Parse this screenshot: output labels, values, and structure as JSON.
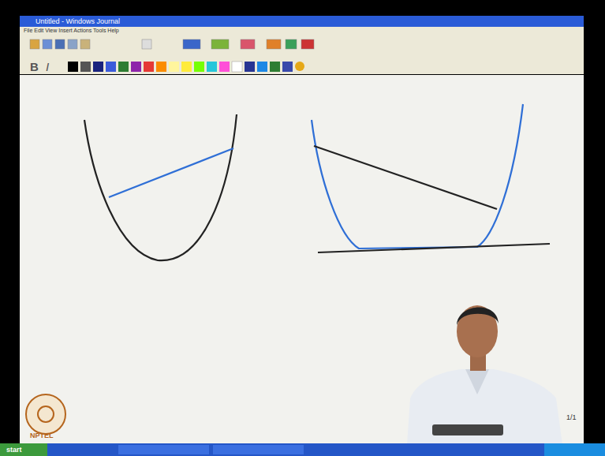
{
  "diagram": {
    "labels": [
      "Untitled - Windows Journal",
      "File Edit View Insert Actions Tools Help",
      "B",
      "I",
      "1/1",
      "NPTEL",
      "start"
    ]
  }
}
